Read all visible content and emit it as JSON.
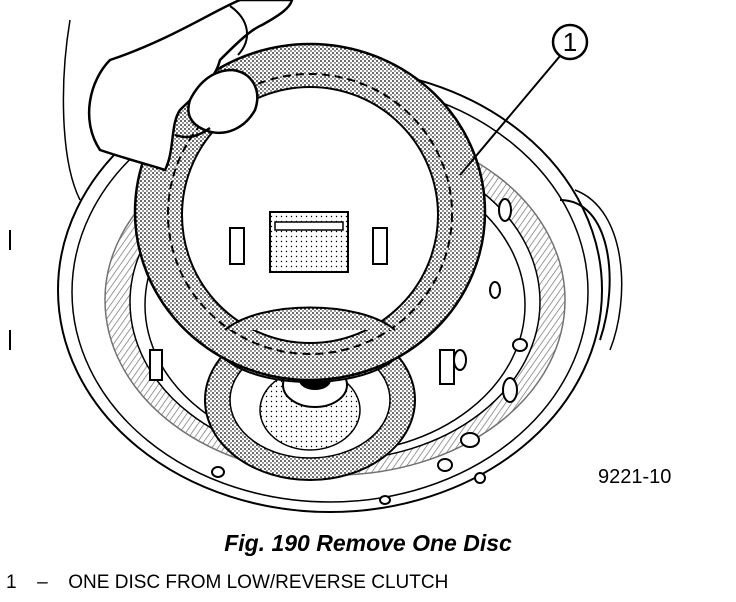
{
  "callout": {
    "number": "1"
  },
  "figure_code": "9221-10",
  "caption": "Fig. 190 Remove One Disc",
  "legend": [
    {
      "number": "1",
      "dash": "–",
      "text": "ONE DISC FROM LOW/REVERSE CLUTCH"
    }
  ]
}
